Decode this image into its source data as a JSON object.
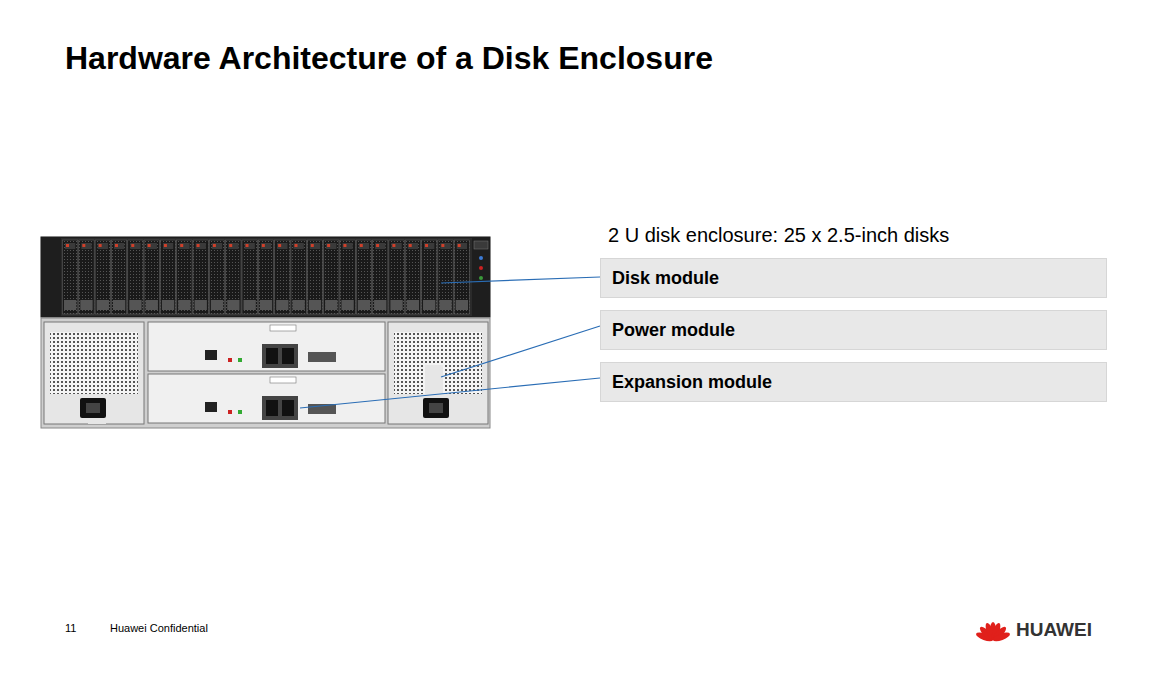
{
  "diagram": {
    "title": "Hardware Architecture of a Disk Enclosure",
    "nodes": [
      {
        "text": [
          "Disk module"
        ]
      },
      {
        "text": [
          "Power module"
        ]
      },
      {
        "text": [
          "Expansion module"
        ]
      }
    ],
    "labels": [
      "2 U disk enclosure: 25 x 2.5-inch disks",
      "11",
      "Huawei Confidential",
      "HUAWEI"
    ]
  }
}
